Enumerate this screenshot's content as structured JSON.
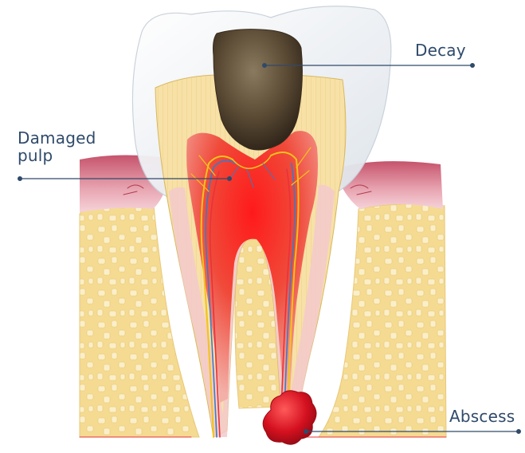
{
  "labels": {
    "decay": "Decay",
    "damaged_pulp_line1": "Damaged",
    "damaged_pulp_line2": "pulp",
    "abscess": "Abscess"
  },
  "colors": {
    "label_text": "#2f4a6b",
    "leader_line": "#2f4a6b",
    "enamel": "#e9edf2",
    "dentin": "#f6dfa0",
    "decay": "#4a3a2a",
    "pulp_inflamed": "#e8323a",
    "gum": "#d46a80",
    "bone": "#f5d98a",
    "abscess": "#d4101f",
    "nerve_yellow": "#f2c31a",
    "nerve_blue": "#3a7bc8"
  }
}
